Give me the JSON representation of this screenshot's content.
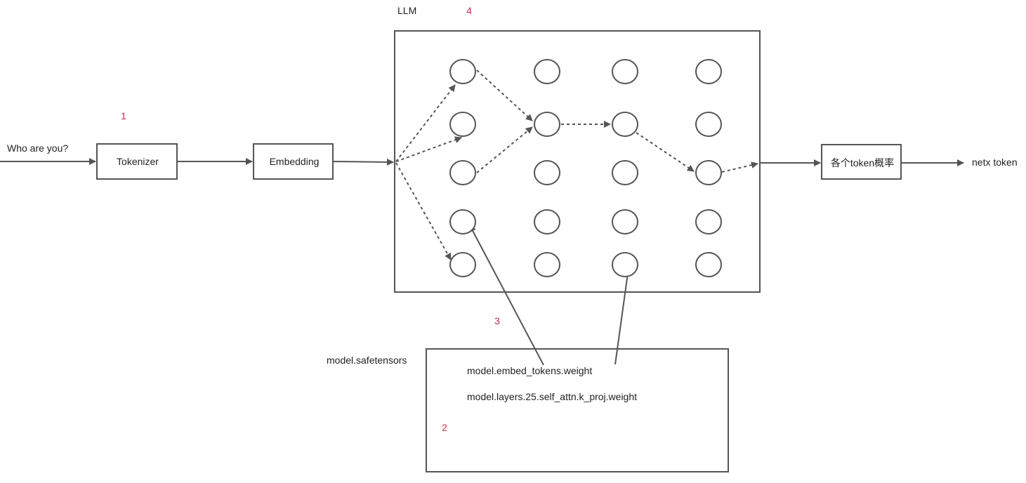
{
  "input_label": "Who are you?",
  "tokenizer_label": "Tokenizer",
  "embedding_label": "Embedding",
  "llm_label": "LLM",
  "probs_label": "各个token概率",
  "output_label": "netx token",
  "safetensors_label": "model.safetensors",
  "weights": [
    "model.embed_tokens.weight",
    "model.layers.25.self_attn.k_proj.weight"
  ],
  "markers": {
    "tokenizer": "1",
    "safetensors": "2",
    "embed_weight": "3",
    "llm": "4"
  },
  "colors": {
    "stroke": "#555555",
    "marker": "#c0304a",
    "text": "#222222"
  }
}
